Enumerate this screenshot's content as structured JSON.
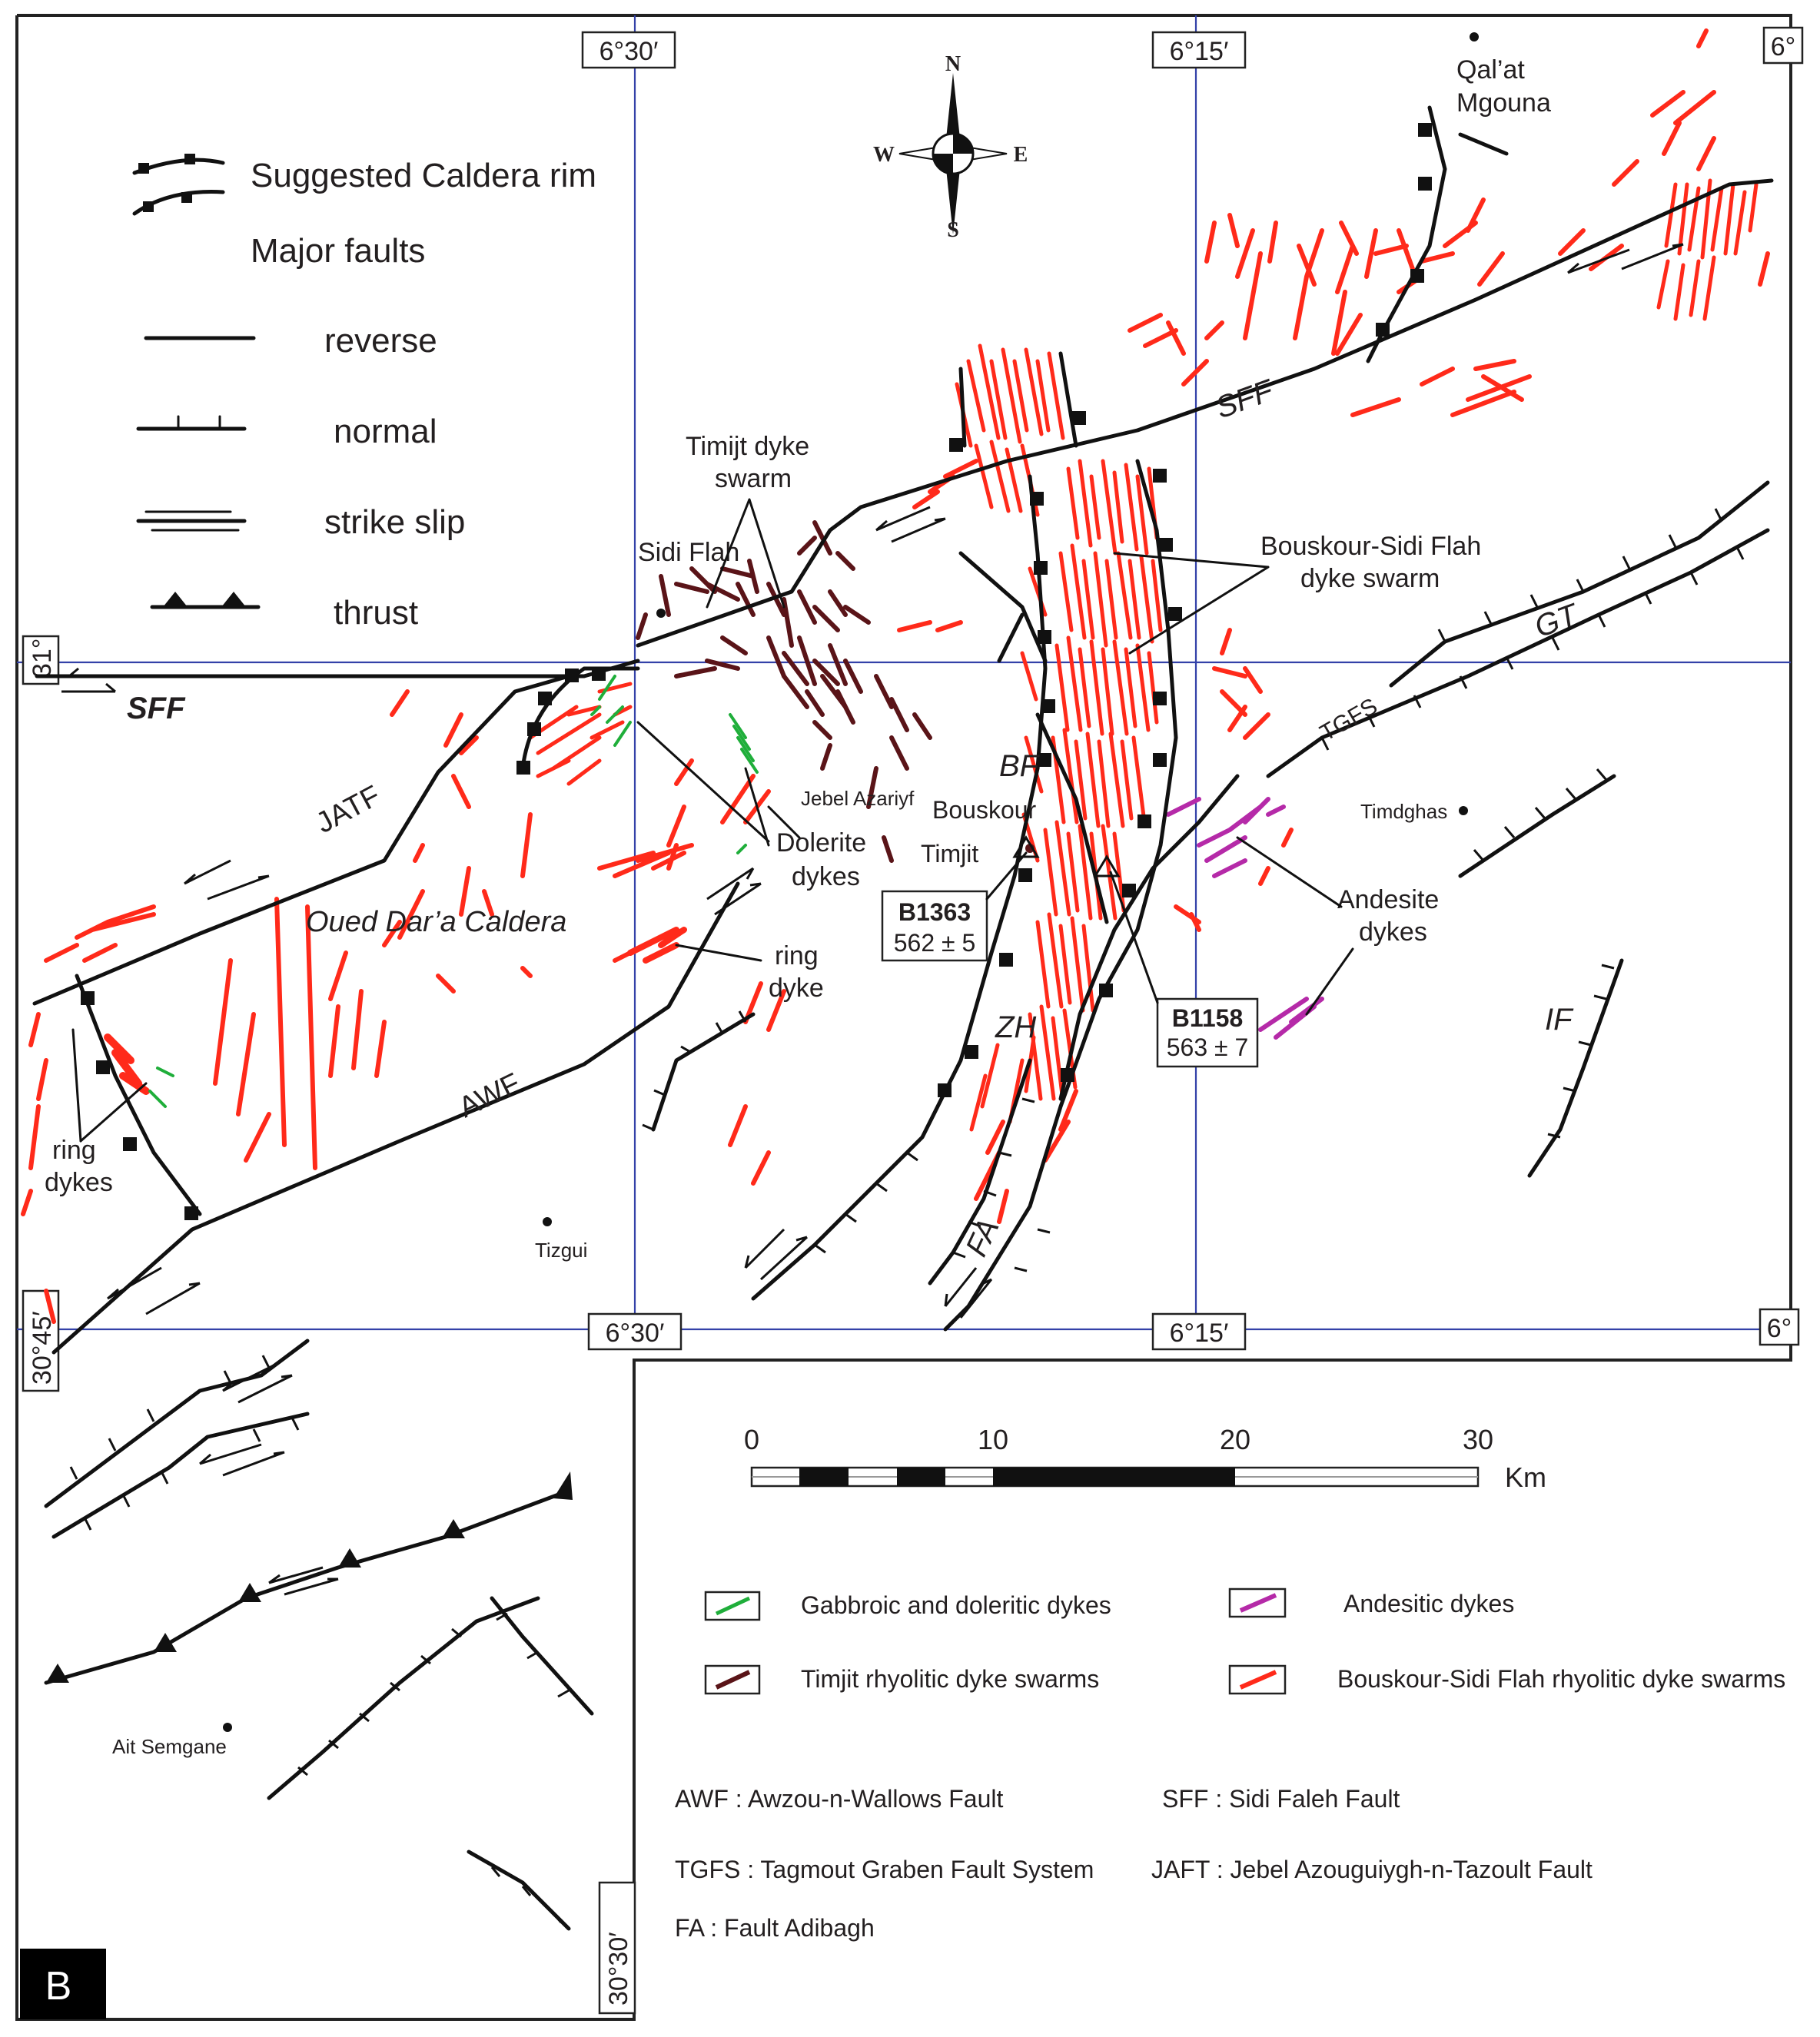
{
  "panel_label": "B",
  "coordinates": {
    "top": [
      "6°30′",
      "6°15′",
      "6°"
    ],
    "bottom": [
      "6°30′",
      "6°15′",
      "6°"
    ],
    "left": [
      "31°",
      "30°45′",
      "30°30′"
    ]
  },
  "compass": {
    "n": "N",
    "s": "S",
    "e": "E",
    "w": "W"
  },
  "legend": {
    "caldera_rim": "Suggested Caldera rim",
    "major_faults": "Major faults",
    "reverse": "reverse",
    "normal": "normal",
    "strike_slip": "strike slip",
    "thrust": "thrust"
  },
  "fault_codes": {
    "sff_east": "SFF",
    "sff_west": "SFF",
    "jatf": "JATF",
    "awf": "AWF",
    "gt": "GT",
    "tgfs": "TGFS",
    "bf": "BF",
    "zh": "ZH",
    "fa": "FA",
    "if": "IF"
  },
  "places": {
    "qalat_1": "Qal’at",
    "qalat_2": "Mgouna",
    "sidi_flah": "Sidi Flah",
    "jebel_azariyf": "Jebel Azariyf",
    "bouskour": "Bouskour",
    "timjit": "Timjit",
    "timdghas": "Timdghas",
    "tizgui": "Tizgui",
    "ait_semgane": "Ait Semgane",
    "caldera": "Oued Dar’a Caldera"
  },
  "annotations": {
    "timjit_swarm_1": "Timijt dyke",
    "timjit_swarm_2": "swarm",
    "bouskour_swarm_1": "Bouskour-Sidi Flah",
    "bouskour_swarm_2": "dyke swarm",
    "dolerite_1": "Dolerite",
    "dolerite_2": "dykes",
    "ring_1": "ring",
    "ring_2": "dyke",
    "ring_w_1": "ring",
    "ring_w_2": "dykes",
    "andesite_1": "Andesite",
    "andesite_2": "dykes"
  },
  "samples": {
    "b1363_id": "B1363",
    "b1363_age": "562 ± 5",
    "b1158_id": "B1158",
    "b1158_age": "563 ± 7"
  },
  "scale_bar": {
    "ticks": [
      "0",
      "10",
      "20",
      "30"
    ],
    "unit": "Km"
  },
  "dyke_legend": {
    "gabbroic": "Gabbroic and doleritic dykes",
    "timjit": "Timjit rhyolitic dyke swarms",
    "andesitic": "Andesitic dykes",
    "bouskour": "Bouskour-Sidi Flah rhyolitic dyke swarms"
  },
  "abbreviations": {
    "awf": "AWF : Awzou-n-Wallows  Fault",
    "sff": "SFF : Sidi Faleh Fault",
    "tgfs": "TGFS : Tagmout Graben Fault System",
    "jaft": "JAFT : Jebel  Azouguiygh-n-Tazoult Fault",
    "fa": "FA : Fault Adibagh"
  },
  "colors": {
    "bouskour_dykes": "#ff2a1a",
    "timjit_dykes": "#5a1418",
    "gabbroic_dykes": "#1fae3a",
    "andesitic_dykes": "#b52aa8",
    "grid": "#3341a8",
    "faults": "#111111"
  }
}
